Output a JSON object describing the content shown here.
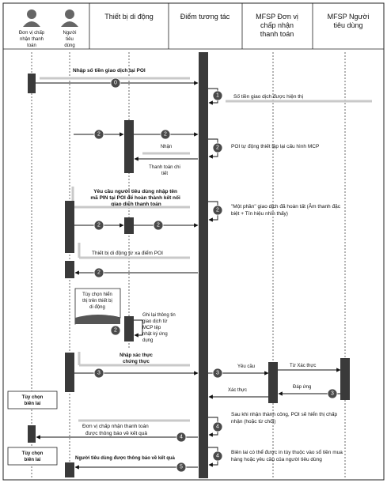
{
  "lanes": {
    "merchant": "Đơn vị chấp nhận thanh toán",
    "consumer": "Người tiêu dùng",
    "mobile": "Thiết bị di động",
    "poi": "Điểm tương tác",
    "mfsp_merchant": "MFSP Đơn vị chấp nhận thanh toán",
    "mfsp_consumer": "MFSP Người tiêu dùng"
  },
  "steps": {
    "s0": "0",
    "s1": "1",
    "s2": "2",
    "s3": "3",
    "s4": "4",
    "s5": "5"
  },
  "notes": {
    "enter_amount": "Nhập số tiền giao dịch tại POI",
    "amount_displayed": "Số tiền giao dịch được hiện thị",
    "receive": "Nhận",
    "poi_reset_mcp": "POI tự động thiết lập lại cấu hình MCP",
    "payment_detail": "Thanh toán chi tiết",
    "ask_pin": "Yêu cầu người tiêu dùng nhập tên mã PIN tại POI để hoàn thành kết nối giao dịch thanh toán",
    "partial_done": "\"Một phần\" giao dịch đã hoàn tất (Âm thanh đặc biệt + Tín hiệu nhìn thấy)",
    "device_away": "Thiết bị di động từ xa điểm POI",
    "optional_display": "Tùy chọn hiển thị trên thiết bị di động",
    "log_info": "Ghi lại thông tin giao dịch từ MCP tệp nhật ký ứng dụng",
    "auth_input": "Nhập xác thực chứng thực",
    "request": "Yêu cầu",
    "from_auth": "Từ Xác thực",
    "response": "Đáp ứng",
    "auth": "Xác thực",
    "opt_receipt_1": "Tùy chọn biên lai",
    "opt_receipt_2": "Tùy chọn biên lai",
    "merchant_notified": "Đơn vị chấp nhận thanh toán được thông báo về kết quả",
    "poi_success": "Sau khi nhận thành công, POI sẽ hiển thị chấp nhận (hoặc từ chối)",
    "consumer_notified": "Người tiêu dùng được thông báo về kết quả",
    "receipt_print": "Biên lai có thể được in tùy thuộc vào sổ tiền mua hàng hoặc yêu cầu của người tiêu dùng"
  },
  "icons": {
    "merchant_avatar": "person-icon",
    "consumer_avatar": "person-icon"
  }
}
